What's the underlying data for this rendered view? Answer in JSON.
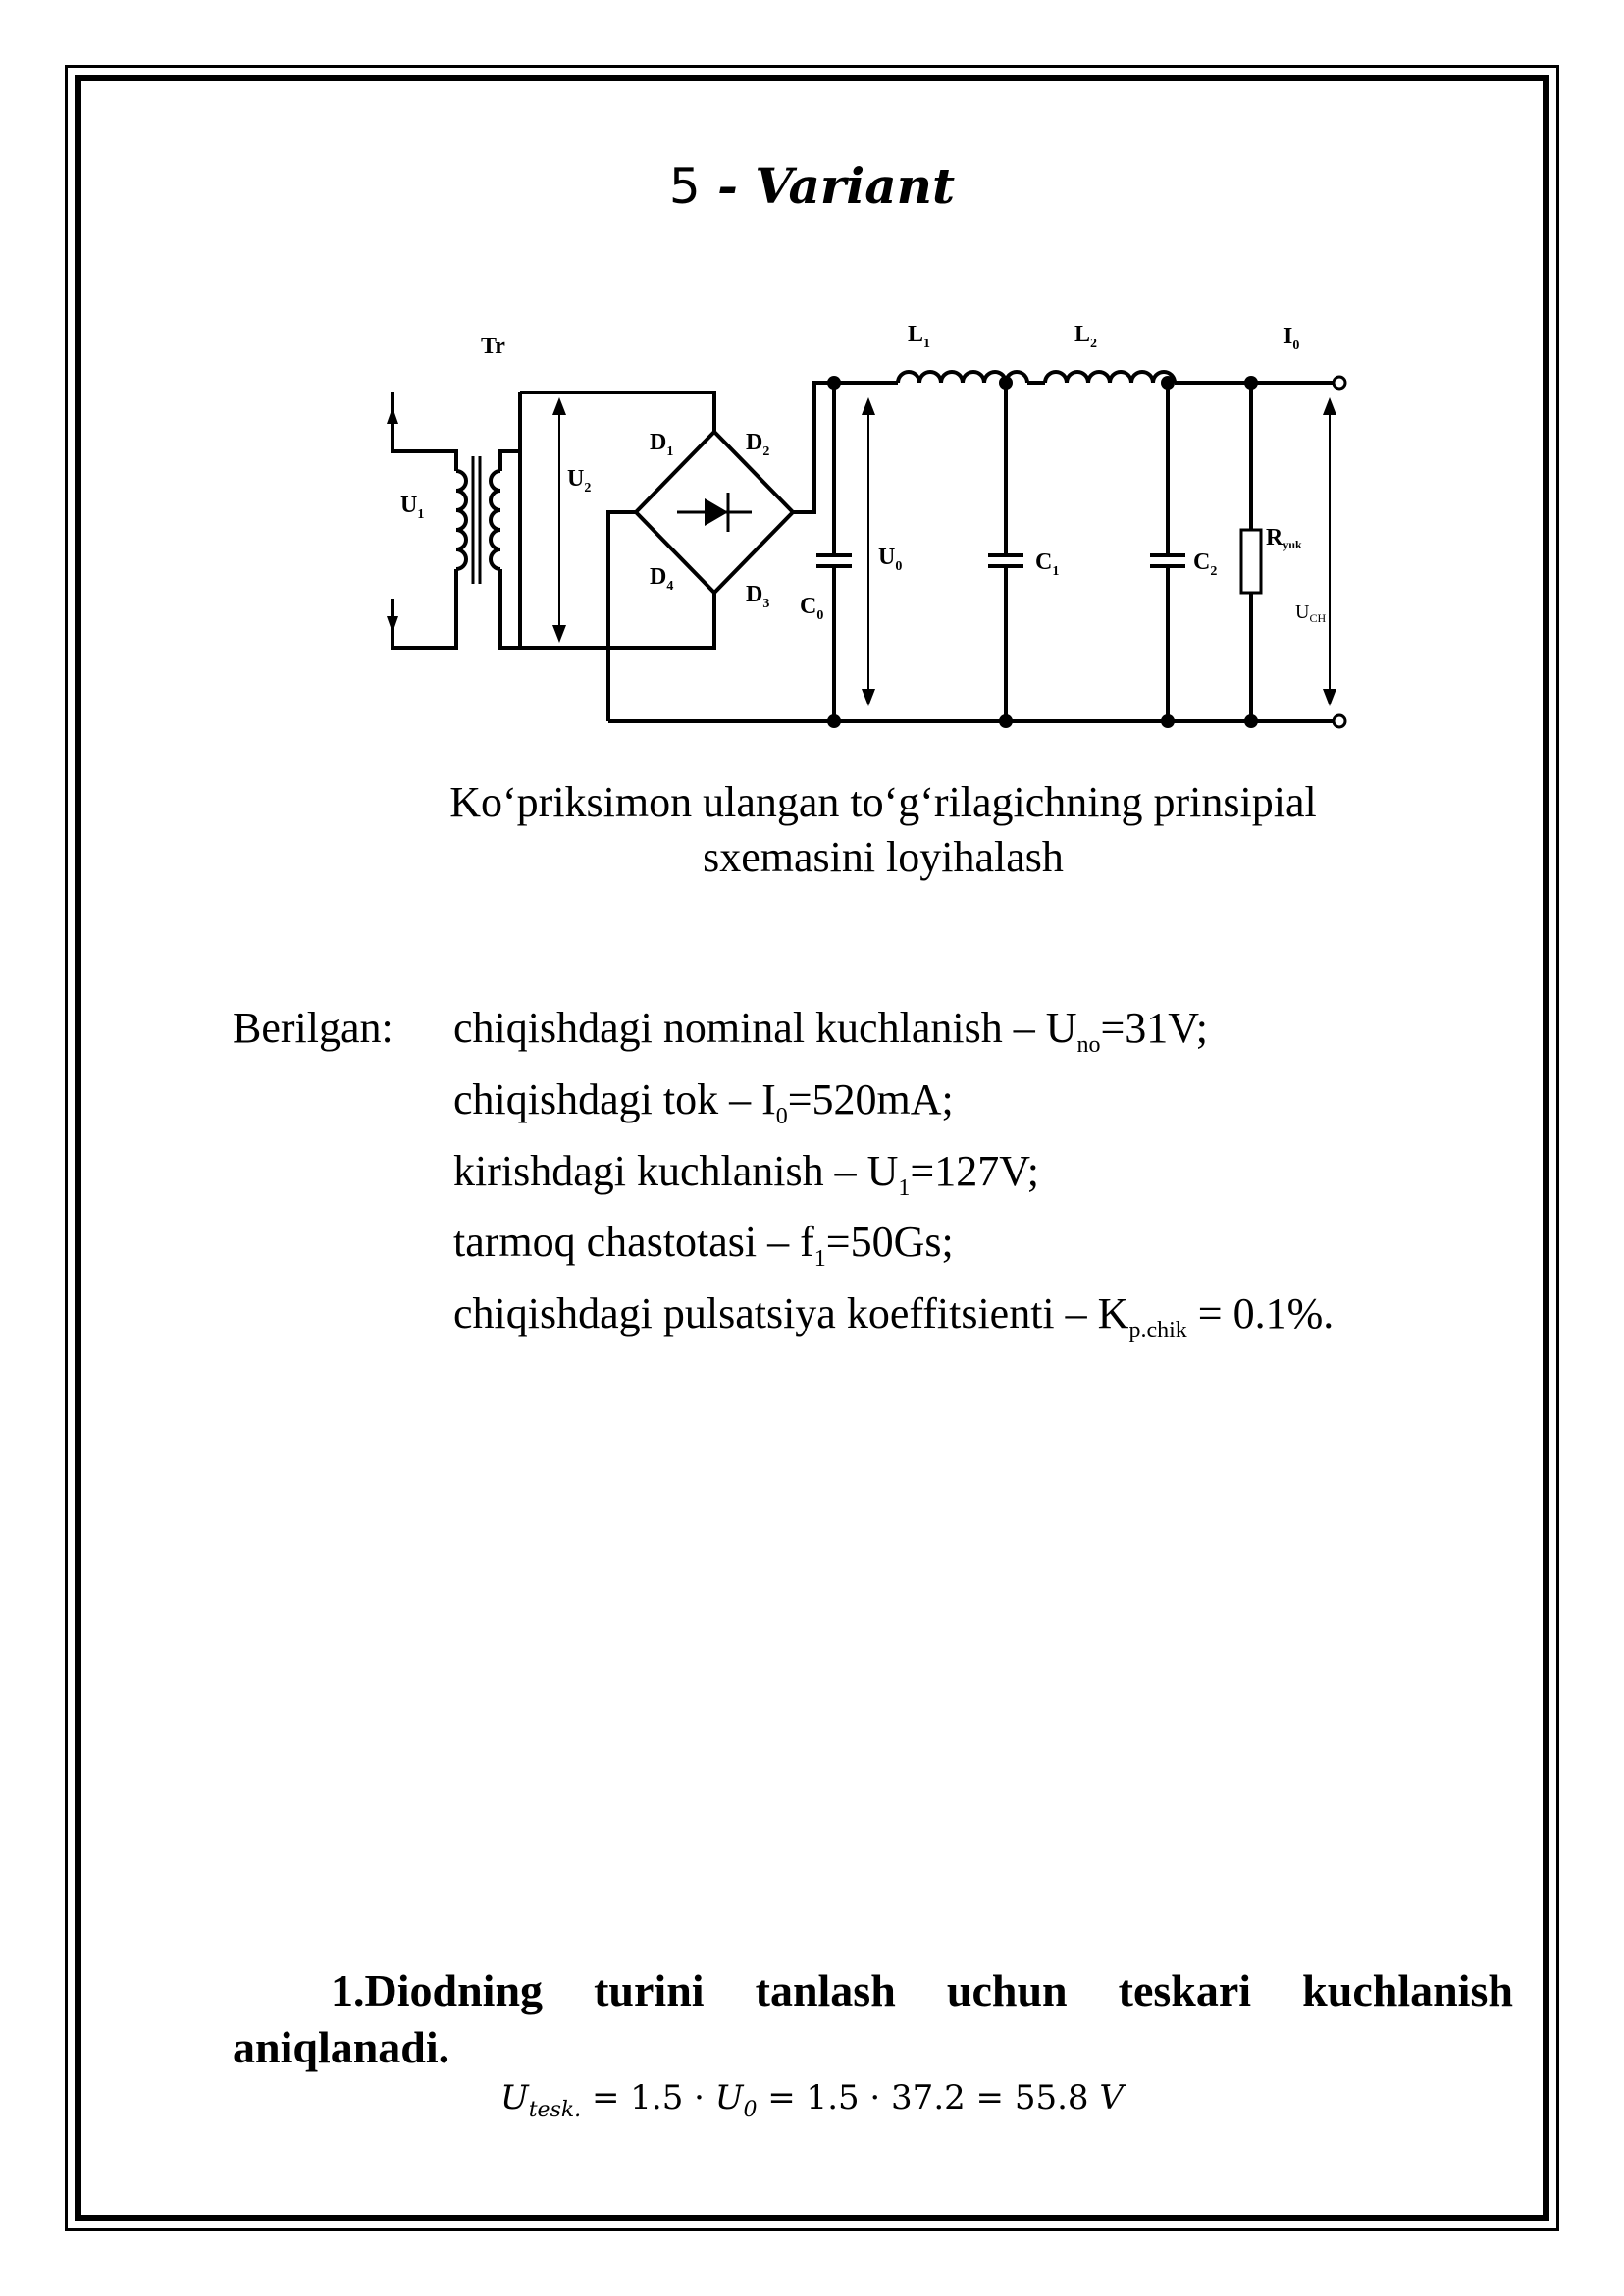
{
  "title": {
    "number": "5",
    "dash": " - ",
    "word": "Variant"
  },
  "schematic": {
    "labels": {
      "tr": "Tr",
      "u1": "U",
      "u1_sub": "1",
      "u2": "U",
      "u2_sub": "2",
      "d1": "D",
      "d1_sub": "1",
      "d2": "D",
      "d2_sub": "2",
      "d3": "D",
      "d3_sub": "3",
      "d4": "D",
      "d4_sub": "4",
      "c0": "C",
      "c0_sub": "0",
      "u0": "U",
      "u0_sub": "0",
      "l1": "L",
      "l1_sub": "1",
      "l2": "L",
      "l2_sub": "2",
      "c1": "C",
      "c1_sub": "1",
      "c2": "C",
      "c2_sub": "2",
      "i0": "I",
      "i0_sub": "0",
      "ryuk": "R",
      "ryuk_sub": "yuk",
      "uch": "U",
      "uch_sub": "CH"
    }
  },
  "caption": {
    "line1": "Ko‘priksimon ulangan to‘g‘rilagichning prinsipial",
    "line2": "sxemasini loyihalash"
  },
  "given": {
    "label": "Berilgan:",
    "items": [
      {
        "pre": "chiqishdagi nominal kuchlanish – U",
        "sub": "no",
        "post": "=31V;"
      },
      {
        "pre": "chiqishdagi tok – I",
        "sub": "0",
        "post": "=520mA;"
      },
      {
        "pre": "kirishdagi kuchlanish – U",
        "sub": "1",
        "post": "=127V;"
      },
      {
        "pre": "tarmoq chastotasi – f",
        "sub": "1",
        "post": "=50Gs;"
      },
      {
        "pre": "chiqishdagi pulsatsiya koeffitsienti – K",
        "sub": "p.chik",
        "post": " = 0.1%."
      }
    ]
  },
  "section": {
    "words": [
      "1.Diodning",
      "turini",
      "tanlash",
      "uchun",
      "teskari",
      "kuchlanish"
    ],
    "line2": "aniqlanadi."
  },
  "formula": {
    "var": "U",
    "sub": "tesk.",
    "rest_pre": " = 1.5 · ",
    "u0": "U",
    "u0_sub": "0",
    "rest_post": " = 1.5 · 37.2 = 55.8 ",
    "unit": "V"
  }
}
